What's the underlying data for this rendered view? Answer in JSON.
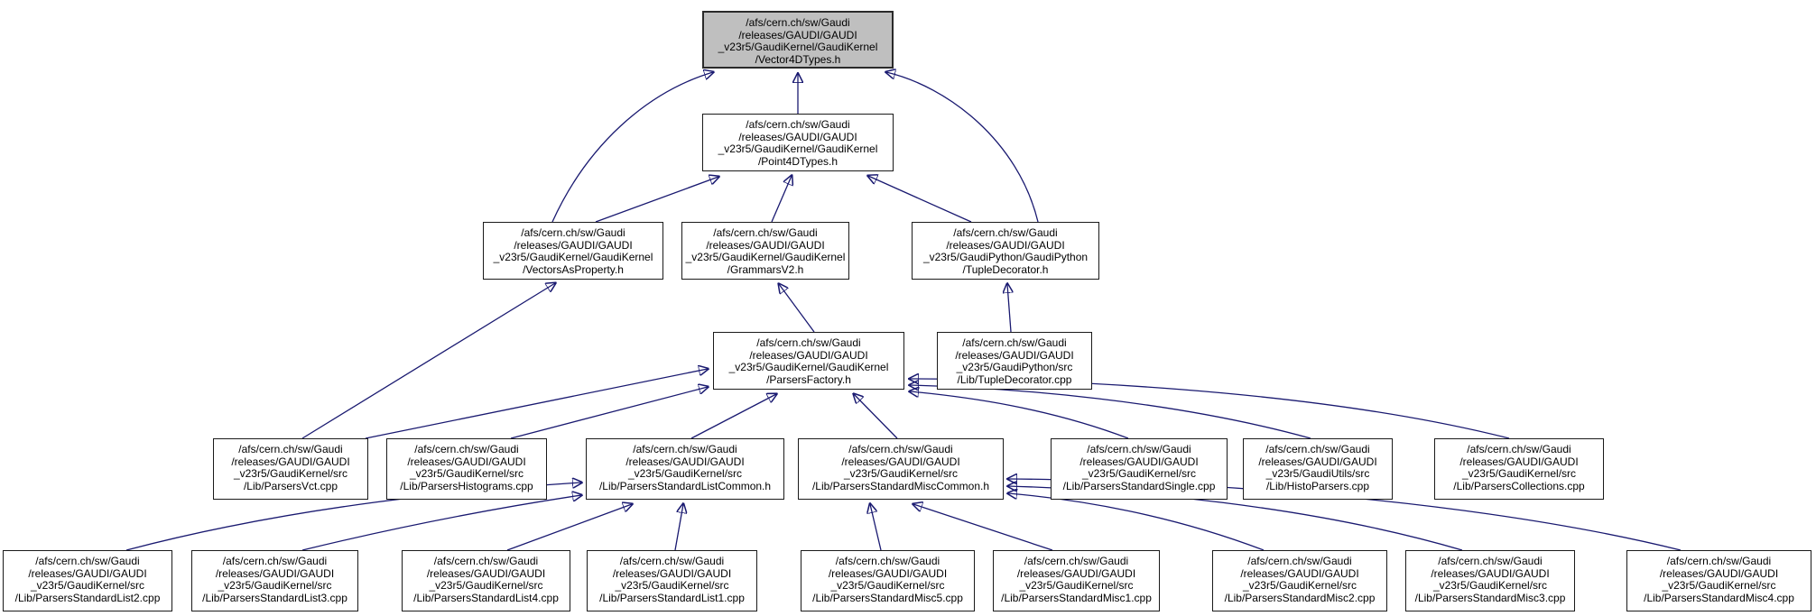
{
  "diagram": {
    "kind": "include-dependency-graph",
    "edge_color": "#191970",
    "node_fill": "#ffffff",
    "highlight_fill": "#bfbfbf",
    "border_color": "#1a1a1a"
  },
  "nodes": {
    "v4d": {
      "label": "/afs/cern.ch/sw/Gaudi\n/releases/GAUDI/GAUDI\n_v23r5/GaudiKernel/GaudiKernel\n/Vector4DTypes.h",
      "highlighted": true
    },
    "p4d": {
      "label": "/afs/cern.ch/sw/Gaudi\n/releases/GAUDI/GAUDI\n_v23r5/GaudiKernel/GaudiKernel\n/Point4DTypes.h"
    },
    "vap": {
      "label": "/afs/cern.ch/sw/Gaudi\n/releases/GAUDI/GAUDI\n_v23r5/GaudiKernel/GaudiKernel\n/VectorsAsProperty.h"
    },
    "gv2": {
      "label": "/afs/cern.ch/sw/Gaudi\n/releases/GAUDI/GAUDI\n_v23r5/GaudiKernel/GaudiKernel\n/GrammarsV2.h"
    },
    "tdh": {
      "label": "/afs/cern.ch/sw/Gaudi\n/releases/GAUDI/GAUDI\n_v23r5/GaudiPython/GaudiPython\n/TupleDecorator.h"
    },
    "pf": {
      "label": "/afs/cern.ch/sw/Gaudi\n/releases/GAUDI/GAUDI\n_v23r5/GaudiKernel/GaudiKernel\n/ParsersFactory.h"
    },
    "tdc": {
      "label": "/afs/cern.ch/sw/Gaudi\n/releases/GAUDI/GAUDI\n_v23r5/GaudiPython/src\n/Lib/TupleDecorator.cpp"
    },
    "pvct": {
      "label": "/afs/cern.ch/sw/Gaudi\n/releases/GAUDI/GAUDI\n_v23r5/GaudiKernel/src\n/Lib/ParsersVct.cpp"
    },
    "phist": {
      "label": "/afs/cern.ch/sw/Gaudi\n/releases/GAUDI/GAUDI\n_v23r5/GaudiKernel/src\n/Lib/ParsersHistograms.cpp"
    },
    "plc": {
      "label": "/afs/cern.ch/sw/Gaudi\n/releases/GAUDI/GAUDI\n_v23r5/GaudiKernel/src\n/Lib/ParsersStandardListCommon.h"
    },
    "pmc": {
      "label": "/afs/cern.ch/sw/Gaudi\n/releases/GAUDI/GAUDI\n_v23r5/GaudiKernel/src\n/Lib/ParsersStandardMiscCommon.h"
    },
    "pss": {
      "label": "/afs/cern.ch/sw/Gaudi\n/releases/GAUDI/GAUDI\n_v23r5/GaudiKernel/src\n/Lib/ParsersStandardSingle.cpp"
    },
    "hp": {
      "label": "/afs/cern.ch/sw/Gaudi\n/releases/GAUDI/GAUDI\n_v23r5/GaudiUtils/src\n/Lib/HistoParsers.cpp"
    },
    "pcoll": {
      "label": "/afs/cern.ch/sw/Gaudi\n/releases/GAUDI/GAUDI\n_v23r5/GaudiKernel/src\n/Lib/ParsersCollections.cpp"
    },
    "l2": {
      "label": "/afs/cern.ch/sw/Gaudi\n/releases/GAUDI/GAUDI\n_v23r5/GaudiKernel/src\n/Lib/ParsersStandardList2.cpp"
    },
    "l3": {
      "label": "/afs/cern.ch/sw/Gaudi\n/releases/GAUDI/GAUDI\n_v23r5/GaudiKernel/src\n/Lib/ParsersStandardList3.cpp"
    },
    "l4": {
      "label": "/afs/cern.ch/sw/Gaudi\n/releases/GAUDI/GAUDI\n_v23r5/GaudiKernel/src\n/Lib/ParsersStandardList4.cpp"
    },
    "l1": {
      "label": "/afs/cern.ch/sw/Gaudi\n/releases/GAUDI/GAUDI\n_v23r5/GaudiKernel/src\n/Lib/ParsersStandardList1.cpp"
    },
    "m5": {
      "label": "/afs/cern.ch/sw/Gaudi\n/releases/GAUDI/GAUDI\n_v23r5/GaudiKernel/src\n/Lib/ParsersStandardMisc5.cpp"
    },
    "m1": {
      "label": "/afs/cern.ch/sw/Gaudi\n/releases/GAUDI/GAUDI\n_v23r5/GaudiKernel/src\n/Lib/ParsersStandardMisc1.cpp"
    },
    "m2": {
      "label": "/afs/cern.ch/sw/Gaudi\n/releases/GAUDI/GAUDI\n_v23r5/GaudiKernel/src\n/Lib/ParsersStandardMisc2.cpp"
    },
    "m3": {
      "label": "/afs/cern.ch/sw/Gaudi\n/releases/GAUDI/GAUDI\n_v23r5/GaudiKernel/src\n/Lib/ParsersStandardMisc3.cpp"
    },
    "m4": {
      "label": "/afs/cern.ch/sw/Gaudi\n/releases/GAUDI/GAUDI\n_v23r5/GaudiKernel/src\n/Lib/ParsersStandardMisc4.cpp"
    }
  },
  "edges": [
    {
      "from": "p4d",
      "to": "v4d"
    },
    {
      "from": "vap",
      "to": "v4d"
    },
    {
      "from": "vap",
      "to": "p4d"
    },
    {
      "from": "gv2",
      "to": "p4d"
    },
    {
      "from": "tdh",
      "to": "v4d"
    },
    {
      "from": "tdh",
      "to": "p4d"
    },
    {
      "from": "pf",
      "to": "gv2"
    },
    {
      "from": "tdc",
      "to": "tdh"
    },
    {
      "from": "pvct",
      "to": "vap"
    },
    {
      "from": "pvct",
      "to": "pf"
    },
    {
      "from": "phist",
      "to": "pf"
    },
    {
      "from": "plc",
      "to": "pf"
    },
    {
      "from": "pmc",
      "to": "pf"
    },
    {
      "from": "pss",
      "to": "pf"
    },
    {
      "from": "hp",
      "to": "pf"
    },
    {
      "from": "pcoll",
      "to": "pf"
    },
    {
      "from": "l2",
      "to": "plc"
    },
    {
      "from": "l3",
      "to": "plc"
    },
    {
      "from": "l4",
      "to": "plc"
    },
    {
      "from": "l1",
      "to": "plc"
    },
    {
      "from": "m5",
      "to": "pmc"
    },
    {
      "from": "m1",
      "to": "pmc"
    },
    {
      "from": "m2",
      "to": "pmc"
    },
    {
      "from": "m3",
      "to": "pmc"
    },
    {
      "from": "m4",
      "to": "pmc"
    }
  ]
}
